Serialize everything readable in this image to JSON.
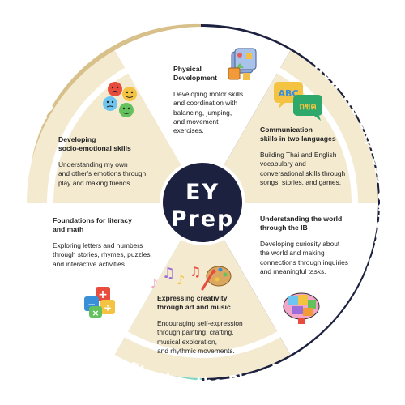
{
  "center": {
    "line1": "EY",
    "line2": "Prep"
  },
  "ring": {
    "who_we_are": "Who We Are",
    "how_we_express": "How We Express Ourselves",
    "sharing_planet": "Sharing the Planet"
  },
  "colors": {
    "who_we_are_ring": "#d8c08a",
    "how_we_express_ring": "#1d2140",
    "sharing_planet_ring": "#7fd6c6",
    "cream_segment": "#f4ead0",
    "white_segment": "#ffffff",
    "center_circle": "#1d2140"
  },
  "segments": {
    "physical": {
      "title": "Physical\nDevelopment",
      "desc": "Developing motor skills\nand coordination with\nbalancing, jumping,\nand movement\nexercises.",
      "icon": "building-blocks-icon"
    },
    "socio": {
      "title": "Developing\nsocio-emotional skills",
      "desc": "Understanding my own\nand other's emotions through\nplay and making friends.",
      "icon": "emotion-faces-icon"
    },
    "communication": {
      "title": "Communication\nskills in two languages",
      "desc": "Building Thai and English\nvocabulary and\nconversational skills through\nsongs, stories, and games.",
      "icon": "speech-bubbles-icon"
    },
    "literacy": {
      "title": "Foundations for literacy\nand math",
      "desc": "Exploring letters and numbers\nthrough stories, rhymes, puzzles,\nand interactive activities.",
      "icon": "math-symbols-icon"
    },
    "world": {
      "title": "Understanding the world\nthrough the IB",
      "desc": "Developing curiosity about\nthe world and making\nconnections through inquiries\nand meaningful tasks.",
      "icon": "puzzle-brain-icon"
    },
    "creativity": {
      "title": "Expressing creativity\nthrough art and music",
      "desc": "Encouraging self-expression\nthrough painting, crafting,\nmusical exploration,\nand rhythmic movements.",
      "icon": "music-palette-icon"
    }
  }
}
